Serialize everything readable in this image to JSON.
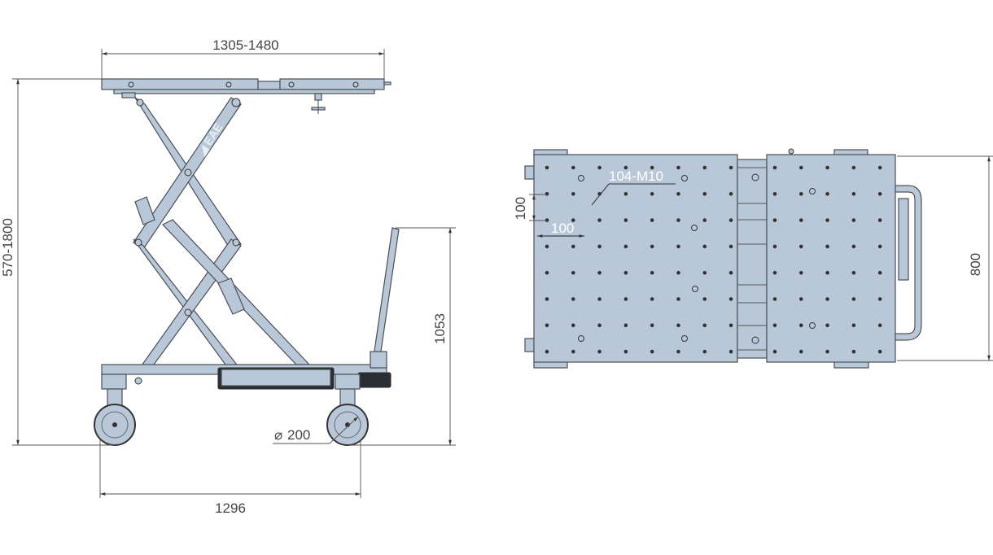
{
  "title": "Scissor lift cart technical drawing",
  "side_view": {
    "platform_length": "1305-1480",
    "height_range": "570-1800",
    "handle_height": "1053",
    "wheel_diameter": "200",
    "wheelbase": "1296",
    "logo_text": "EAE"
  },
  "top_view": {
    "hole_spec": "104-M10",
    "hole_pitch_x": "100",
    "hole_pitch_y": "100",
    "width": "800"
  },
  "colors": {
    "body": "#b9c8d8",
    "outline": "#4a4f55"
  }
}
